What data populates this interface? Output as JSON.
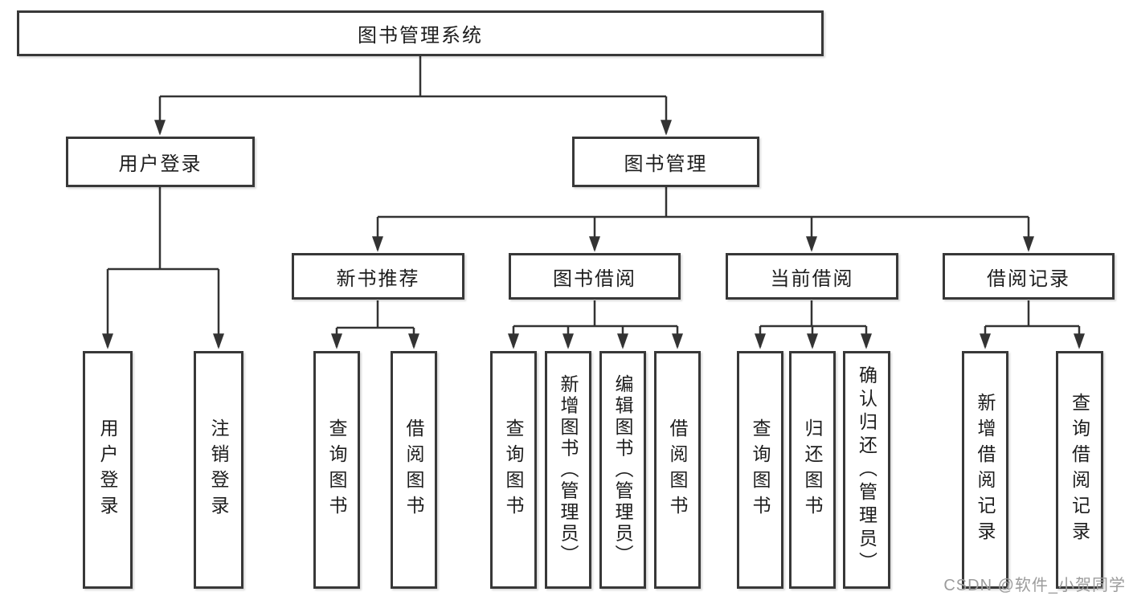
{
  "diagram": {
    "root_label": "图书管理系统",
    "branches": [
      {
        "label": "用户登录",
        "children": [
          "用户登录",
          "注销登录"
        ]
      },
      {
        "label": "图书管理",
        "groups": [
          {
            "label": "新书推荐",
            "children": [
              "查询图书",
              "借阅图书"
            ]
          },
          {
            "label": "图书借阅",
            "children": [
              "查询图书",
              "新增图书（管理员）",
              "编辑图书（管理员）",
              "借阅图书"
            ]
          },
          {
            "label": "当前借阅",
            "children": [
              "查询图书",
              "归还图书",
              "确认归还（管理员）"
            ]
          },
          {
            "label": "借阅记录",
            "children": [
              "新增借阅记录",
              "查询借阅记录"
            ]
          }
        ]
      }
    ]
  },
  "colors": {
    "line": "#333333",
    "box_border": "#383838",
    "text": "#1d1d1d",
    "watermark": "#9c9c9c",
    "background": "#ffffff"
  },
  "watermark": "CSDN @软件_小贺同学"
}
